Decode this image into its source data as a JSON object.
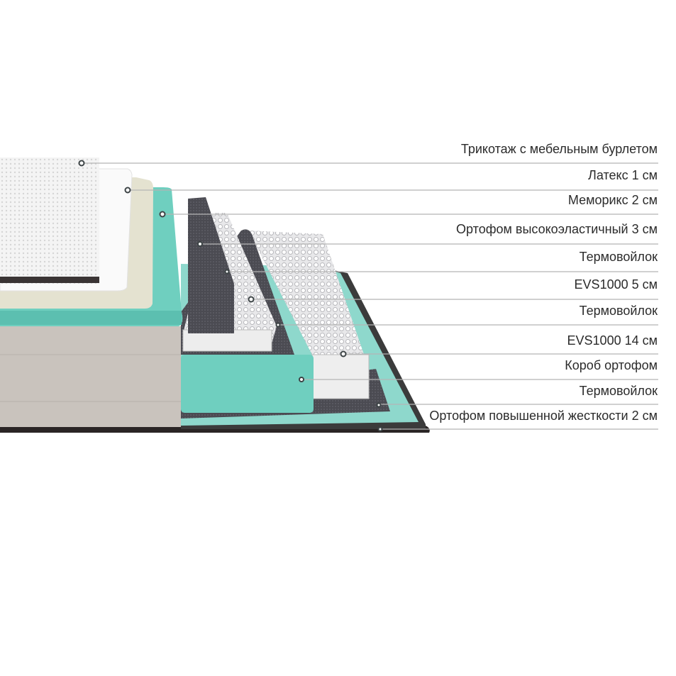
{
  "layers": [
    {
      "label": "Трикотаж с мебельным бурлетом"
    },
    {
      "label": "Латекс 1 см"
    },
    {
      "label": "Мемórикс 2 см"
    },
    {
      "label": "Ортофом высокоэластичный 3 см"
    },
    {
      "label": "Термовойлок"
    },
    {
      "label": "EVS1000 5 см"
    },
    {
      "label": "Термовойлок"
    },
    {
      "label": "EVS1000 14 см"
    },
    {
      "label": "Короб ортофом"
    },
    {
      "label": "Термовойлок"
    },
    {
      "label": "Ортофом повышенной жесткости 2 см"
    }
  ],
  "colors": {
    "teal": "#6fcfbf",
    "felt": "#4a4a52",
    "cream": "#e4e2d0",
    "line": "#b5b5b5"
  }
}
